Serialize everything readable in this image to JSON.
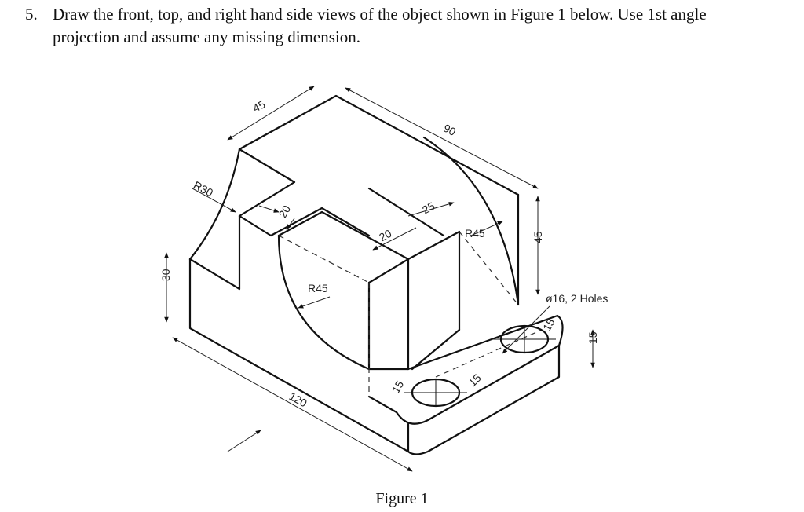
{
  "question": {
    "number": "5.",
    "text": "Draw the front, top, and right hand side views of the object shown in Figure 1 below. Use 1st angle projection and assume any missing dimension."
  },
  "figure": {
    "caption": "Figure  1",
    "dimensions": {
      "top_width": "45",
      "depth": "90",
      "radius_top": "R30",
      "step_depth": "20",
      "slot_width": "25",
      "block_depth": "20",
      "radius_right": "R45",
      "radius_left": "R45",
      "height_total": "45",
      "height_left": "30",
      "holes": "ø16, 2 Holes",
      "base_thickness": "15",
      "length": "120",
      "hole_offset_1": "15",
      "hole_offset_2": "15",
      "hole_offset_3": "15"
    }
  }
}
